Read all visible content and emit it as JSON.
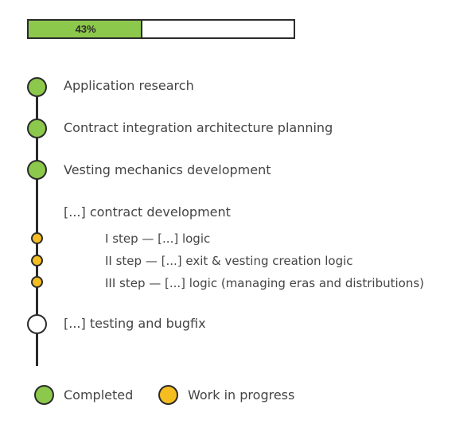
{
  "colors": {
    "completed": "#8cc84b",
    "in_progress": "#f5bd1f",
    "pending": "#ffffff",
    "outline": "#2b2b2b"
  },
  "progress": {
    "percent": 43,
    "label": "43%"
  },
  "timeline": {
    "items": [
      {
        "label": "Application research",
        "status": "completed"
      },
      {
        "label": "Contract integration architecture planning",
        "status": "completed"
      },
      {
        "label": "Vesting mechanics development",
        "status": "completed"
      },
      {
        "label": "[...] contract development",
        "status": "none"
      },
      {
        "label": "I step — [...] logic",
        "status": "in_progress"
      },
      {
        "label": "II step — [...] exit & vesting creation logic",
        "status": "in_progress"
      },
      {
        "label": "III step — [...] logic (managing eras and distributions)",
        "status": "in_progress"
      },
      {
        "label": "[...] testing and bugfix",
        "status": "pending"
      }
    ]
  },
  "legend": {
    "completed": "Completed",
    "in_progress": "Work in progress"
  }
}
